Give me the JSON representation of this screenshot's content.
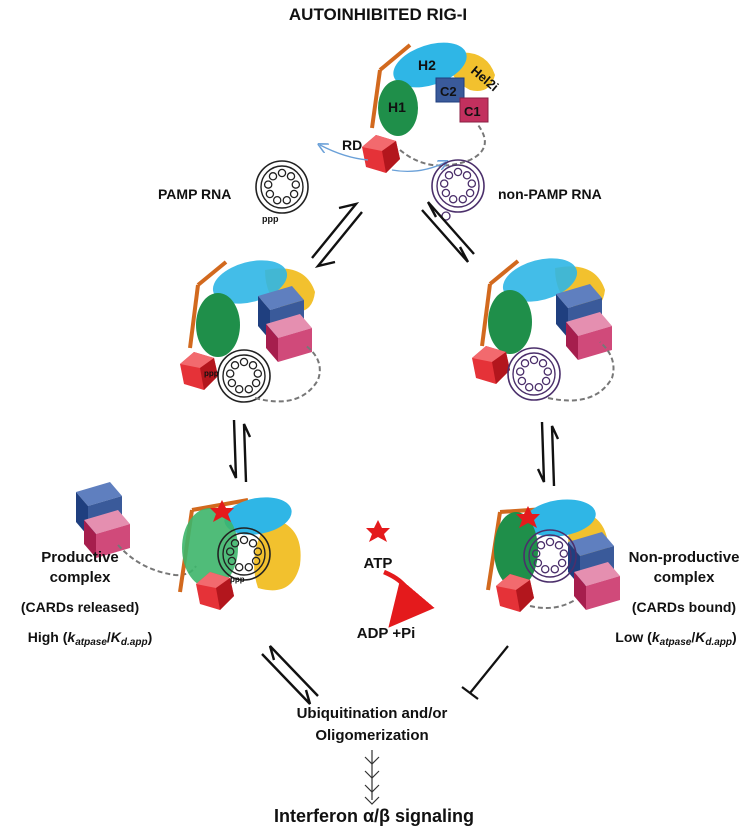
{
  "title": "AUTOINHIBITED RIG-I",
  "domains": {
    "h1": "H1",
    "h2": "H2",
    "hel2i": "Hel2i",
    "c1": "C1",
    "c2": "C2",
    "rd": "RD",
    "ppp": "ppp"
  },
  "pamp_label": "PAMP RNA",
  "nonpamp_label": "non-PAMP RNA",
  "productive": {
    "name_line1": "Productive",
    "name_line2": "complex",
    "state": "(CARDs released)",
    "activity_prefix": "High (",
    "k_main": "k",
    "k_sub": "atpase",
    "slash": "/",
    "kd_main": "K",
    "kd_sub": "d.app",
    "suffix": ")"
  },
  "nonproductive": {
    "name_line1": "Non-productive",
    "name_line2": "complex",
    "state": "(CARDs bound)",
    "activity_prefix": "Low (",
    "k_main": "k",
    "k_sub": "atpase",
    "slash": "/",
    "kd_main": "K",
    "kd_sub": "d.app",
    "suffix": ")"
  },
  "atp": "ATP",
  "adp": "ADP +Pi",
  "ubiquitination_line1": "Ubiquitination and/or",
  "ubiquitination_line2": "Oligomerization",
  "final": "Interferon α/β signaling",
  "colors": {
    "h1": "#1f8f4a",
    "h2": "#2fb6e6",
    "hel2i": "#f2c12e",
    "card_blue": "#2f4f8f",
    "card_pink": "#c2305e",
    "rd": "#d8262e",
    "pincer": "#d2691e",
    "atp_red": "#e41a1c",
    "rna_pamp": "#222222",
    "rna_nonpamp": "#4b2f6b"
  }
}
